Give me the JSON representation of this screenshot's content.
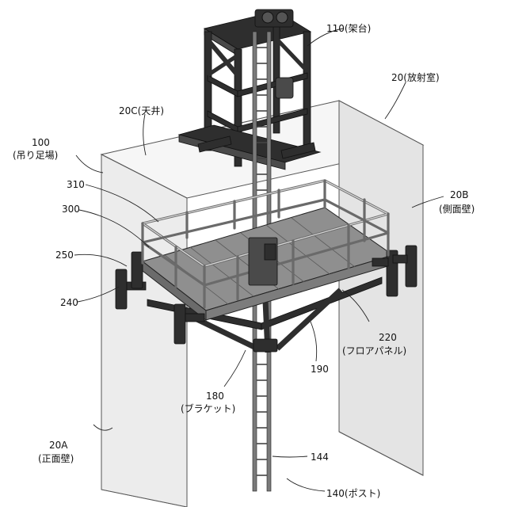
{
  "labels": {
    "l110": "110(架台)",
    "l20": "20(放射室)",
    "l20c": "20C(天井)",
    "l100a": "100",
    "l100b": "(吊り足場)",
    "l310": "310",
    "l300": "300",
    "l250": "250",
    "l240": "240",
    "l20ba": "20B",
    "l20bb": "(側面壁)",
    "l220a": "220",
    "l220b": "(フロアパネル)",
    "l190": "190",
    "l180a": "180",
    "l180b": "(ブラケット)",
    "l20aa": "20A",
    "l20ab": "(正面壁)",
    "l144": "144",
    "l140": "140(ポスト)"
  },
  "colors": {
    "wall_front": "#efefef",
    "wall_side": "#e4e4e4",
    "ceiling": "#f6f6f6",
    "steel": "#2e2e2e",
    "rail": "#6a6a6a"
  }
}
